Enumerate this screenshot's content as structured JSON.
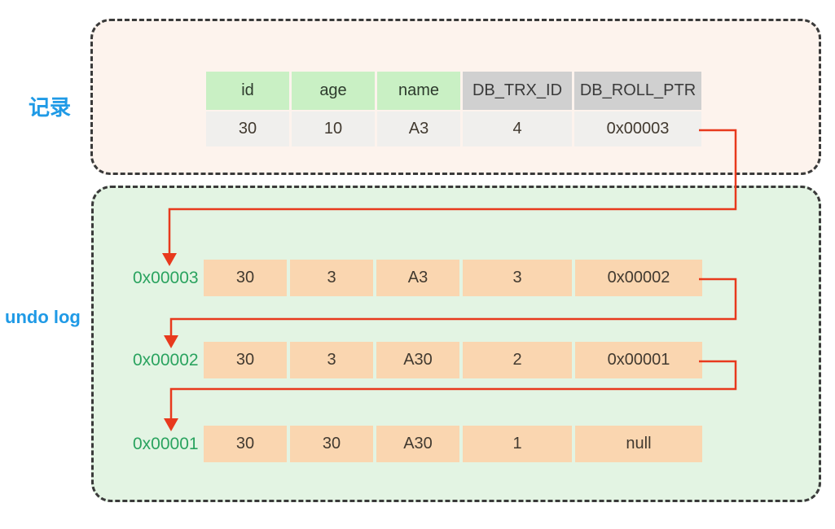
{
  "record_section": {
    "label": "记录",
    "headers": [
      "id",
      "age",
      "name",
      "DB_TRX_ID",
      "DB_ROLL_PTR"
    ],
    "row": [
      "30",
      "10",
      "A3",
      "4",
      "0x00003"
    ]
  },
  "undo_section": {
    "label": "undo log",
    "rows": [
      {
        "addr": "0x00003",
        "values": [
          "30",
          "3",
          "A3",
          "3",
          "0x00002"
        ]
      },
      {
        "addr": "0x00002",
        "values": [
          "30",
          "3",
          "A30",
          "2",
          "0x00001"
        ]
      },
      {
        "addr": "0x00001",
        "values": [
          "30",
          "30",
          "A30",
          "1",
          "null"
        ]
      }
    ]
  },
  "colors": {
    "section_label_blue": "#1f9ae6",
    "record_box_bg": "#fdf3ed",
    "undo_box_bg": "#e3f4e3",
    "dashed_border": "#3a3a3a",
    "header_green_bg": "#c9f0c4",
    "header_gray_bg": "#d0d0d0",
    "record_value_bg": "#f0efed",
    "undo_cell_bg": "#fad6b0",
    "undo_addr_green": "#2aa35f",
    "arrow_red": "#e8391d"
  }
}
